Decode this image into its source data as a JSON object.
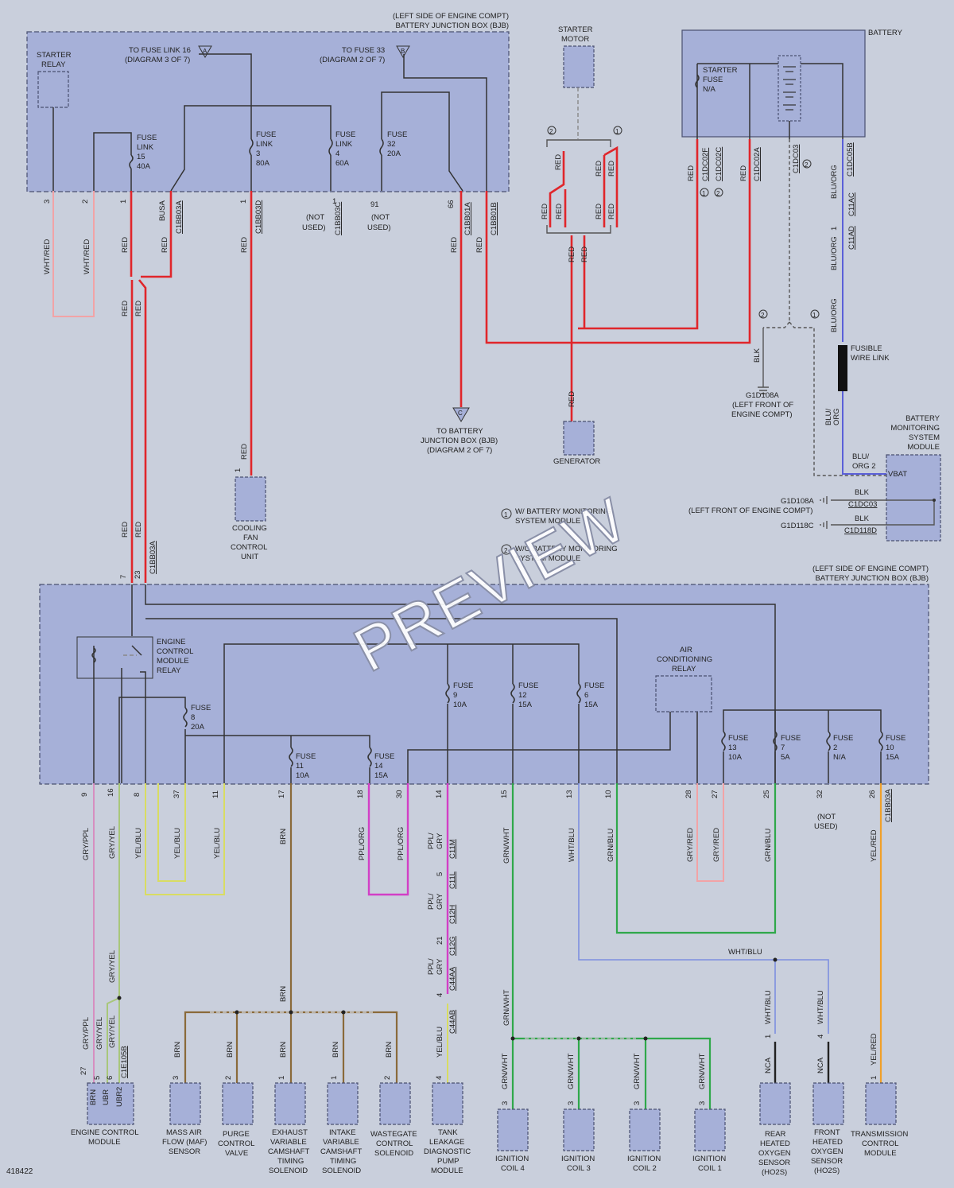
{
  "diagram_id": "418422",
  "watermark": "PREVIEW",
  "bjb_top_title": [
    "(LEFT SIDE OF ENGINE COMPT)",
    "BATTERY JUNCTION BOX (BJB)"
  ],
  "bjb_bottom_title": [
    "(LEFT SIDE OF ENGINE COMPT)",
    "BATTERY JUNCTION BOX (BJB)"
  ],
  "top": {
    "starter_relay": [
      "STARTER",
      "RELAY"
    ],
    "to_fuse_link_16": [
      "TO FUSE LINK 16",
      "(DIAGRAM 3 OF 7)"
    ],
    "to_fuse_33": [
      "TO FUSE 33",
      "(DIAGRAM 2 OF 7)"
    ],
    "ref_a": "A",
    "ref_b": "B",
    "ref_c": "C",
    "fuse_link_15": [
      "FUSE",
      "LINK",
      "15",
      "40A"
    ],
    "fuse_link_3": [
      "FUSE",
      "LINK",
      "3",
      "80A"
    ],
    "fuse_link_4": [
      "FUSE",
      "LINK",
      "4",
      "60A"
    ],
    "fuse_32": [
      "FUSE",
      "32",
      "20A"
    ],
    "pins": [
      "3",
      "2",
      "1",
      "BUSA",
      "1",
      "1",
      "91",
      "66"
    ],
    "not_used_1": [
      "(NOT",
      "USED)"
    ],
    "not_used_2": [
      "(NOT",
      "USED)"
    ],
    "connectors": [
      "C1BB03A",
      "C1BB03D",
      "C1BB03C",
      "C1BB01A",
      "C1BB01B"
    ],
    "starter_motor": [
      "STARTER",
      "MOTOR"
    ],
    "battery": "BATTERY",
    "starter_fuse": [
      "STARTER",
      "FUSE",
      "N/A"
    ],
    "battery_connectors": [
      "C1DC02F",
      "C1DC02C",
      "C1DC02A",
      "C1DC03",
      "C1DC05B",
      "C11AC",
      "C11AD"
    ],
    "fusible_wire_link": [
      "FUSIBLE",
      "WIRE LINK"
    ],
    "ground_g1d108a": [
      "G1D108A",
      "(LEFT FRONT OF",
      "ENGINE COMPT)"
    ],
    "to_bjb": [
      "TO BATTERY",
      "JUNCTION BOX (BJB)",
      "(DIAGRAM 2 OF 7)"
    ],
    "generator": "GENERATOR",
    "cooling_fan": [
      "COOLING",
      "FAN",
      "CONTROL",
      "UNIT"
    ],
    "bms_module": [
      "BATTERY",
      "MONITORING",
      "SYSTEM",
      "MODULE"
    ],
    "vbat": "VBAT",
    "g1d108a_2": "G1D108A",
    "g1d108a_2_loc": "(LEFT FRONT OF ENGINE COMPT)",
    "g1d118c": "G1D118C",
    "c1dc03_2": "C1DC03",
    "c1d118d": "C1D118D",
    "note_1": "W/ BATTERY MONITORING",
    "note_1b": "SYSTEM MODULE",
    "note_2": "W/O BATTERY MONITORING",
    "note_2b": "SYSTEM MODULE"
  },
  "bottom": {
    "ecm_relay": [
      "ENGINE",
      "CONTROL",
      "MODULE",
      "RELAY"
    ],
    "ac_relay": [
      "AIR",
      "CONDITIONING",
      "RELAY"
    ],
    "fuse_8": [
      "FUSE",
      "8",
      "20A"
    ],
    "fuse_11": [
      "FUSE",
      "11",
      "10A"
    ],
    "fuse_14": [
      "FUSE",
      "14",
      "15A"
    ],
    "fuse_9": [
      "FUSE",
      "9",
      "10A"
    ],
    "fuse_12": [
      "FUSE",
      "12",
      "15A"
    ],
    "fuse_6": [
      "FUSE",
      "6",
      "15A"
    ],
    "fuse_13": [
      "FUSE",
      "13",
      "10A"
    ],
    "fuse_7": [
      "FUSE",
      "7",
      "5A"
    ],
    "fuse_2": [
      "FUSE",
      "2",
      "N/A"
    ],
    "fuse_10": [
      "FUSE",
      "10",
      "15A"
    ],
    "pins": [
      "9",
      "16",
      "8",
      "37",
      "11",
      "17",
      "18",
      "30",
      "14",
      "15",
      "13",
      "10",
      "28",
      "27",
      "25",
      "32",
      "26"
    ],
    "not_used": [
      "(NOT",
      "USED)"
    ],
    "wire_colors": [
      "GRY/PPL",
      "GRY/YEL",
      "YEL/BLU",
      "YEL/BLU",
      "YEL/BLU",
      "BRN",
      "PPL/ORG",
      "PPL/ORG",
      "PPL/GRY",
      "GRN/WHT",
      "WHT/BLU",
      "GRN/BLU",
      "GRY/RED",
      "GRY/RED",
      "GRN/BLU",
      "YEL/RED"
    ],
    "components": [
      {
        "label": [
          "ENGINE CONTROL",
          "MODULE"
        ],
        "pins": [
          "BRN",
          "UBR",
          "UBR2"
        ]
      },
      {
        "label": [
          "MASS AIR",
          "FLOW (MAF)",
          "SENSOR"
        ]
      },
      {
        "label": [
          "PURGE",
          "CONTROL",
          "VALVE"
        ]
      },
      {
        "label": [
          "EXHAUST",
          "VARIABLE",
          "CAMSHAFT",
          "TIMING",
          "SOLENOID"
        ]
      },
      {
        "label": [
          "INTAKE",
          "VARIABLE",
          "CAMSHAFT",
          "TIMING",
          "SOLENOID"
        ]
      },
      {
        "label": [
          "WASTEGATE",
          "CONTROL",
          "SOLENOID"
        ]
      },
      {
        "label": [
          "TANK",
          "LEAKAGE",
          "DIAGNOSTIC",
          "PUMP",
          "MODULE"
        ]
      },
      {
        "label": [
          "IGNITION",
          "COIL 4"
        ]
      },
      {
        "label": [
          "IGNITION",
          "COIL 3"
        ]
      },
      {
        "label": [
          "IGNITION",
          "COIL 2"
        ]
      },
      {
        "label": [
          "IGNITION",
          "COIL 1"
        ]
      },
      {
        "label": [
          "REAR",
          "HEATED",
          "OXYGEN",
          "SENSOR",
          "(HO2S)"
        ]
      },
      {
        "label": [
          "FRONT",
          "HEATED",
          "OXYGEN",
          "SENSOR",
          "(HO2S)"
        ]
      },
      {
        "label": [
          "TRANSMISSION",
          "CONTROL",
          "MODULE"
        ]
      }
    ],
    "connectors": [
      "C1BB03A",
      "C1BB03A",
      "C11M",
      "C11L",
      "C12H",
      "C12G",
      "C44AA",
      "C44AB",
      "C1E105B"
    ]
  }
}
